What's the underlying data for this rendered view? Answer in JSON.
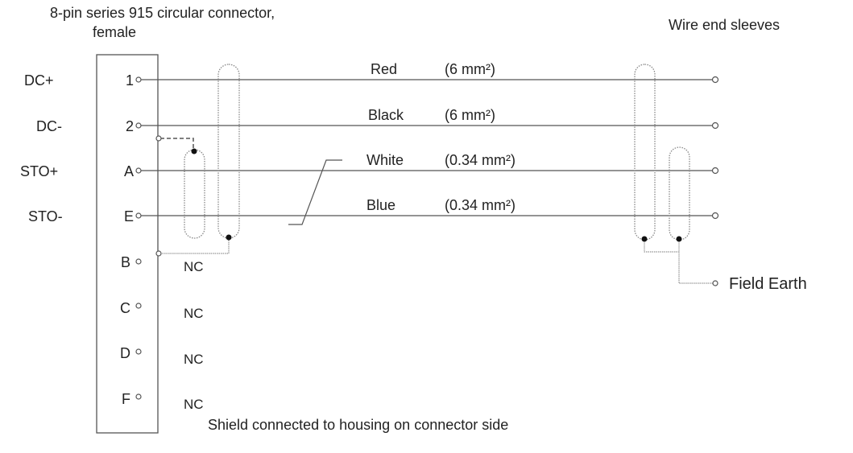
{
  "connector": {
    "title_line1": "8-pin series 915 circular connector,",
    "title_line2": "female",
    "pins": [
      "1",
      "2",
      "A",
      "E",
      "B",
      "C",
      "D",
      "F"
    ]
  },
  "signals": [
    "DC+",
    "DC-",
    "STO+",
    "STO-"
  ],
  "wires": [
    {
      "color": "Red",
      "size": "(6 mm²)"
    },
    {
      "color": "Black",
      "size": "(6 mm²)"
    },
    {
      "color": "White",
      "size": "(0.34 mm²)"
    },
    {
      "color": "Blue",
      "size": "(0.34 mm²)"
    }
  ],
  "nc_labels": [
    "NC",
    "NC",
    "NC",
    "NC"
  ],
  "right_title": "Wire end sleeves",
  "field_earth": "Field Earth",
  "footer": "Shield connected to housing on connector side"
}
